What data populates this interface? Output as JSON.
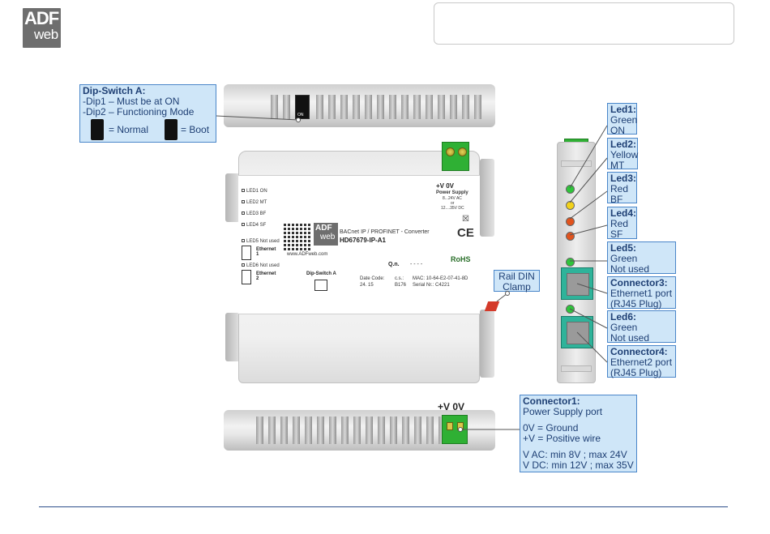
{
  "header": {
    "logo_top": "ADF",
    "logo_bottom": "web"
  },
  "top_rail": {
    "dip_on_label": "ON"
  },
  "module": {
    "leds": [
      "LED1 ON",
      "LED2 MT",
      "LED3 BF",
      "LED4 SF"
    ],
    "led5_label": "LED5 Not used",
    "led6_label": "LED6 Not used",
    "ethernet1": "Ethernet 1",
    "ethernet2": "Ethernet 2",
    "dip_switch_label": "Dip-Switch A",
    "power_title": "+V 0V",
    "power_supply": "Power Supply",
    "power_ac": "8...24V AC",
    "power_or": "or",
    "power_dc": "12....35V DC",
    "product_name": "BACnet IP / PROFINET - Converter",
    "product_code": "HD67679-IP-A1",
    "website": "www.ADFweb.com",
    "qn_label": "Q.n.",
    "qn_value": "- - - -",
    "date_code_label": "Date Code:",
    "date_code": "24. 15",
    "cs_label": "c.s.:",
    "cs_value": "B176",
    "mac": "MAC: 10-64-E2-07-41-8D",
    "serial": "Serial Nr.: C4221",
    "ce": "CE",
    "rohs": "RoHS",
    "mini_logo_top": "ADF",
    "mini_logo_bottom": "web"
  },
  "bottom_rail": {
    "terminal_label": "+V 0V"
  },
  "callouts": {
    "dip_switch": {
      "title": "Dip-Switch A:",
      "lines": [
        "-Dip1 – Must be at ON",
        "-Dip2 – Functioning Mode"
      ],
      "normal": "= Normal",
      "boot": "= Boot"
    },
    "rail_din": {
      "lines": [
        "Rail DIN",
        "Clamp"
      ]
    },
    "led1": {
      "title": "Led1:",
      "lines": [
        "Green",
        "ON"
      ]
    },
    "led2": {
      "title": "Led2:",
      "lines": [
        "Yellow",
        "MT"
      ]
    },
    "led3": {
      "title": "Led3:",
      "lines": [
        "Red",
        "BF"
      ]
    },
    "led4": {
      "title": "Led4:",
      "lines": [
        "Red",
        "SF"
      ]
    },
    "led5": {
      "title": "Led5:",
      "lines": [
        "Green",
        "Not used"
      ]
    },
    "connector3": {
      "title": "Connector3:",
      "lines": [
        "Ethernet1 port",
        "(RJ45 Plug)"
      ]
    },
    "led6": {
      "title": "Led6:",
      "lines": [
        "Green",
        "Not used"
      ]
    },
    "connector4": {
      "title": "Connector4:",
      "lines": [
        "Ethernet2 port",
        "(RJ45 Plug)"
      ]
    },
    "connector1": {
      "title": "Connector1:",
      "lines": [
        "Power Supply port",
        "",
        "0V = Ground",
        "+V = Positive wire",
        "",
        "V AC: min 8V ; max 24V",
        "V DC: min 12V ; max 35V"
      ]
    }
  },
  "colors": {
    "callout_fill": "#cfe6f8",
    "callout_border": "#4a86c9",
    "callout_text": "#1e3f74",
    "terminal_green": "#2fb034",
    "rj45_teal": "#2fb39a",
    "led_green": "#2ec53a",
    "led_yellow": "#f2d21b",
    "led_red": "#e2531d",
    "footer_line": "#2d4f8b"
  }
}
